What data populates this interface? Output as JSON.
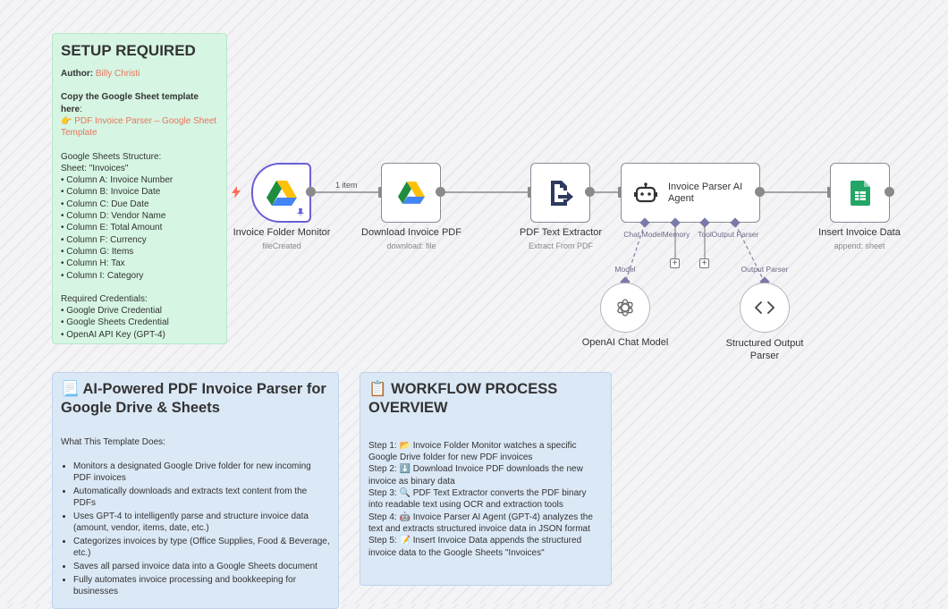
{
  "setup_note": {
    "title": "SETUP REQUIRED",
    "author_label": "Author:",
    "author_name": "Billy Christi",
    "copy_text": "Copy the Google Sheet template here",
    "copy_suffix": ":",
    "template_link": "👉 PDF Invoice Parser – Google Sheet Template",
    "structure_title": "Google Sheets Structure:",
    "sheet_name": "Sheet: \"Invoices\"",
    "columns": [
      "• Column A: Invoice Number",
      "• Column B: Invoice Date",
      "• Column C: Due Date",
      "• Column D: Vendor Name",
      "• Column E: Total Amount",
      "• Column F: Currency",
      "• Column G: Items",
      "• Column H: Tax",
      "• Column I: Category"
    ],
    "credentials_title": "Required Credentials:",
    "credentials": [
      "• Google Drive Credential",
      "• Google Sheets Credential",
      "• OpenAI API Key (GPT-4)"
    ]
  },
  "about_note": {
    "title": "📃 AI-Powered PDF Invoice Parser for Google Drive & Sheets",
    "subtitle": "What This Template Does:",
    "items": [
      "Monitors a designated Google Drive folder for new incoming PDF invoices",
      "Automatically downloads and extracts text content from the PDFs",
      "Uses GPT-4 to intelligently parse and structure invoice data (amount, vendor, items, date, etc.)",
      "Categorizes invoices by type (Office Supplies, Food & Beverage, etc.)",
      "Saves all parsed invoice data into a Google Sheets document",
      "Fully automates invoice processing and bookkeeping for businesses"
    ]
  },
  "flow_note": {
    "title": "📋 WORKFLOW PROCESS OVERVIEW",
    "steps": [
      "Step 1: 📂 Invoice Folder Monitor watches a specific Google Drive folder for new PDF invoices",
      "Step 2: ⬇️ Download Invoice PDF downloads the new invoice as binary data",
      "Step 3: 🔍 PDF Text Extractor converts the PDF binary into readable text using OCR and extraction tools",
      "Step 4: 🤖 Invoice Parser AI Agent (GPT-4) analyzes the text and extracts structured invoice data in JSON format",
      "Step 5: 📝 Insert Invoice Data appends the structured invoice data to the Google Sheets \"Invoices\""
    ]
  },
  "nodes": {
    "monitor": {
      "title": "Invoice Folder Monitor",
      "subtitle": "fileCreated",
      "icon": "google-drive-icon"
    },
    "download": {
      "title": "Download Invoice PDF",
      "subtitle": "download: file",
      "icon": "google-drive-icon"
    },
    "extract": {
      "title": "PDF Text Extractor",
      "subtitle": "Extract From PDF",
      "icon": "pdf-extract-icon"
    },
    "agent": {
      "title": "Invoice Parser AI Agent",
      "icon": "robot-icon",
      "ports": {
        "model": "Chat Model",
        "memory": "Memory",
        "tool": "Tool",
        "parser": "Output Parser"
      }
    },
    "insert": {
      "title": "Insert Invoice Data",
      "subtitle": "append: sheet",
      "icon": "google-sheets-icon"
    },
    "openai": {
      "title": "OpenAI Chat Model",
      "port_label": "Model",
      "icon": "openai-icon"
    },
    "structured": {
      "title": "Structured Output Parser",
      "port_label": "Output Parser",
      "icon": "code-brackets-icon"
    }
  },
  "connections": {
    "monitor_to_download_label": "1 item"
  },
  "colors": {
    "accent": "#6a5fd8",
    "link": "#e8765c",
    "trigger_bolt": "#ff6d5a",
    "sheets_green": "#23a566"
  }
}
